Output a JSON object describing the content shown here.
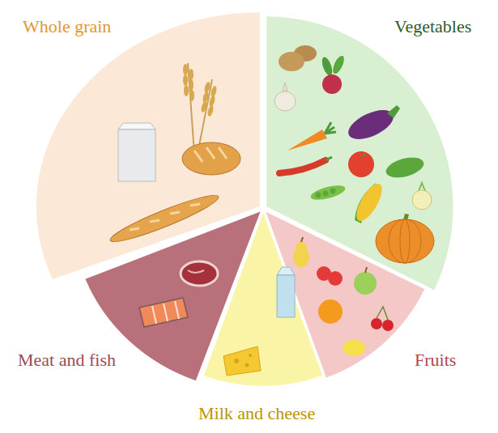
{
  "diagram": {
    "nodes": [
      {
        "text": [
          "Whole grain"
        ]
      },
      {
        "text": [
          "Vegetables"
        ]
      },
      {
        "text": [
          "Meat and fish"
        ]
      },
      {
        "text": [
          "Fruits"
        ]
      },
      {
        "text": [
          "Milk and cheese"
        ]
      }
    ]
  }
}
